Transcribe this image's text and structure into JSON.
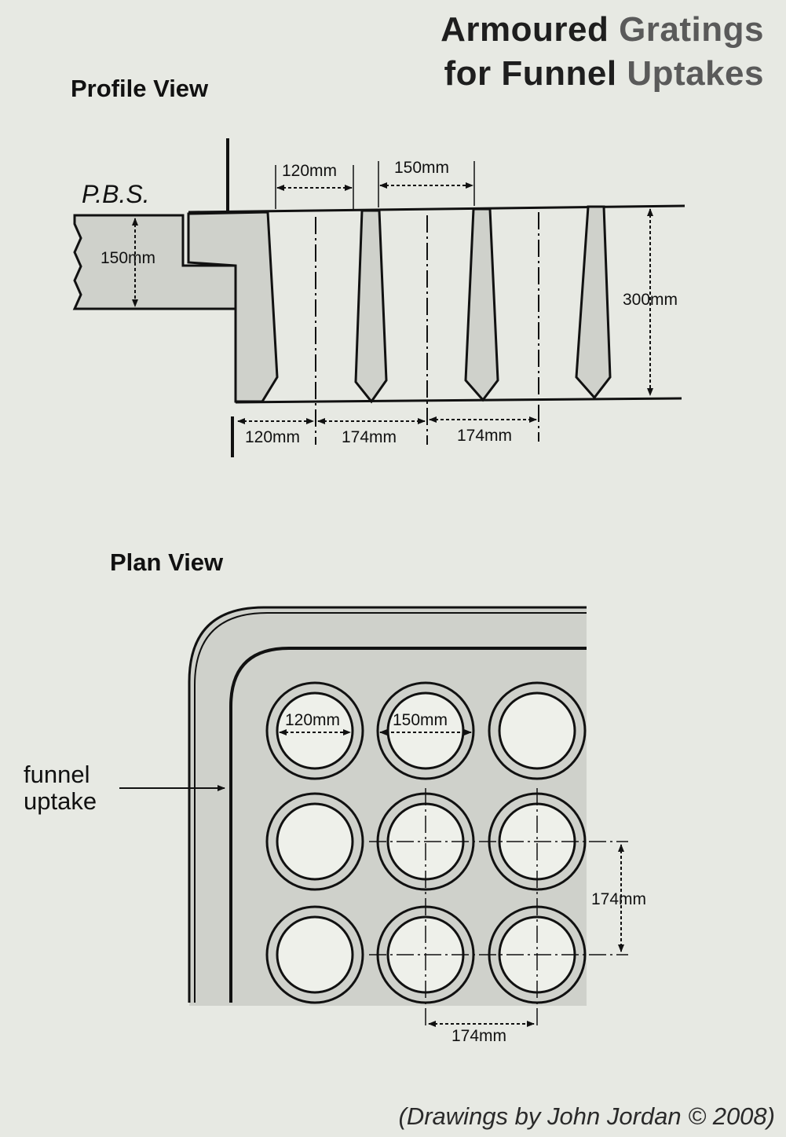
{
  "title": {
    "line1_dark": "Armoured",
    "line1_gray": "Gratings",
    "line2_dark": "for Funnel",
    "line2_gray": "Uptakes"
  },
  "profile_view": {
    "label": "Profile View",
    "pbs_label": "P.B.S.",
    "dims": {
      "deck_thickness": "150mm",
      "top_gap": "120mm",
      "top_spacing": "150mm",
      "depth": "300mm",
      "bottom_first": "120mm",
      "bottom_second": "174mm",
      "bottom_third": "174mm"
    }
  },
  "plan_view": {
    "label": "Plan View",
    "callout": {
      "line1": "funnel",
      "line2": "uptake"
    },
    "dims": {
      "inner_diameter": "120mm",
      "outer_diameter": "150mm",
      "vertical_pitch": "174mm",
      "horizontal_pitch": "174mm"
    }
  },
  "credit": "(Drawings by John Jordan © 2008)",
  "colors": {
    "fill_gray": "#cfd1cb",
    "paper": "#e7e9e3",
    "ink": "#111111"
  }
}
